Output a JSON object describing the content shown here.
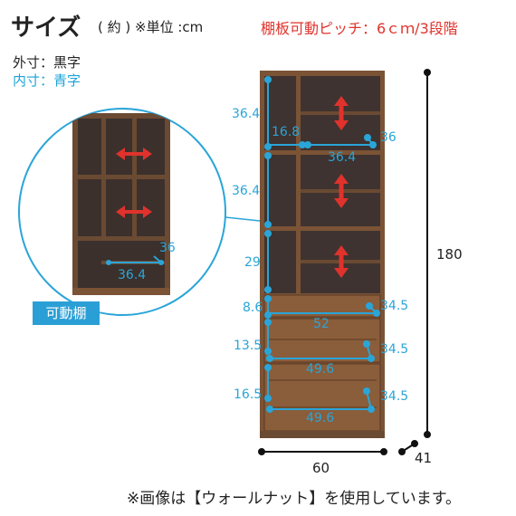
{
  "header": {
    "title": "サイズ",
    "unit_note": "( 約 ) ※単位 :cm",
    "pitch_note": "棚板可動ピッチ：6ｃｍ/3段階"
  },
  "legend": {
    "external": "外寸：黒字",
    "internal": "内寸：青字"
  },
  "inset": {
    "badge": "可動棚",
    "dim_depth": "36",
    "dim_width": "36.4"
  },
  "dimensions": {
    "internal": {
      "h1": "36.4",
      "d1": "16.8",
      "d1_right": "36",
      "w1": "36.4",
      "h2": "36.4",
      "h3": "29",
      "h4": "8.6",
      "d4": "34.5",
      "w4": "52",
      "h5": "13.5",
      "d5": "34.5",
      "w5": "49.6",
      "h6": "16.5",
      "d6": "34.5",
      "w6": "49.6"
    },
    "external": {
      "height": "180",
      "width": "60",
      "depth": "41"
    }
  },
  "footer": "※画像は【ウォールナット】を使用しています。",
  "colors": {
    "wood": "#7b5335",
    "wood_dark": "#5b3a22",
    "interior": "#3e3330",
    "blue": "#2aa5d8",
    "red_arrow": "#e0322c",
    "badge": "#2a9fd6"
  }
}
